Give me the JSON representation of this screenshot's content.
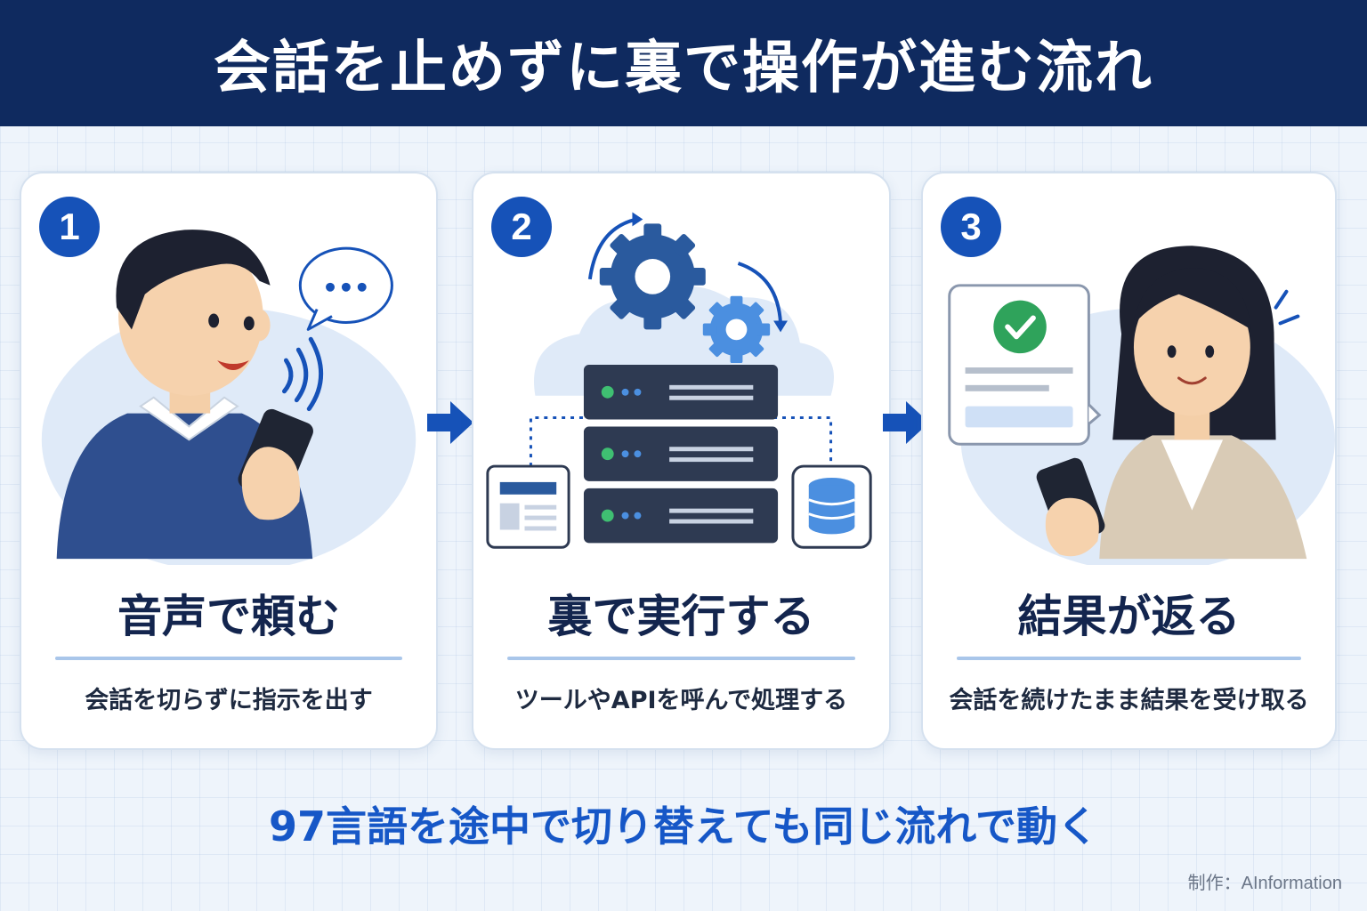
{
  "header": {
    "title": "会話を止めずに裏で操作が進む流れ"
  },
  "steps": [
    {
      "number": "1",
      "title": "音声で頼む",
      "description": "会話を切らずに指示を出す"
    },
    {
      "number": "2",
      "title": "裏で実行する",
      "description": "ツールやAPIを呼んで処理する"
    },
    {
      "number": "3",
      "title": "結果が返る",
      "description": "会話を続けたまま結果を受け取る"
    }
  ],
  "footer": {
    "message": "97言語を途中で切り替えても同じ流れで動く",
    "credit": "制作：AInformation"
  },
  "colors": {
    "header_bg": "#0f2a5f",
    "accent_blue": "#1652b8",
    "success_green": "#2fa35b"
  }
}
